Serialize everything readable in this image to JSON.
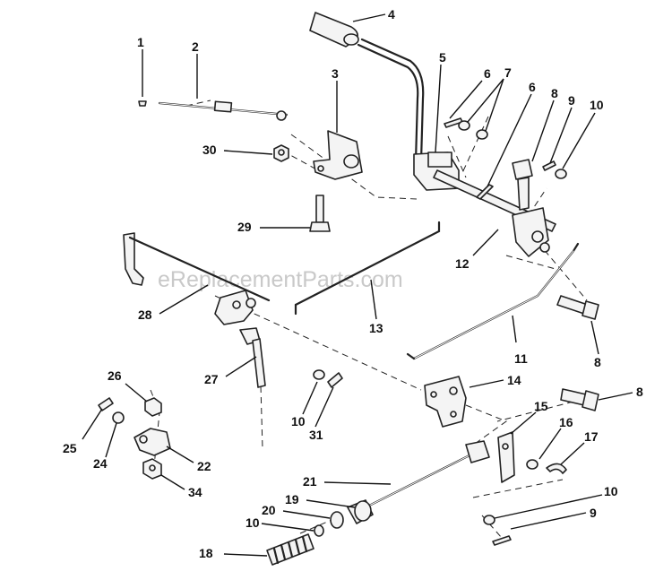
{
  "watermark": "eReplacementParts.com",
  "callouts": [
    {
      "id": "c1",
      "label": "1"
    },
    {
      "id": "c2",
      "label": "2"
    },
    {
      "id": "c3",
      "label": "3"
    },
    {
      "id": "c4",
      "label": "4"
    },
    {
      "id": "c5",
      "label": "5"
    },
    {
      "id": "c6a",
      "label": "6"
    },
    {
      "id": "c6b",
      "label": "6"
    },
    {
      "id": "c7",
      "label": "7"
    },
    {
      "id": "c8a",
      "label": "8"
    },
    {
      "id": "c8b",
      "label": "8"
    },
    {
      "id": "c8c",
      "label": "8"
    },
    {
      "id": "c9a",
      "label": "9"
    },
    {
      "id": "c9b",
      "label": "9"
    },
    {
      "id": "c10a",
      "label": "10"
    },
    {
      "id": "c10b",
      "label": "10"
    },
    {
      "id": "c10c",
      "label": "10"
    },
    {
      "id": "c10d",
      "label": "10"
    },
    {
      "id": "c11",
      "label": "11"
    },
    {
      "id": "c12",
      "label": "12"
    },
    {
      "id": "c13",
      "label": "13"
    },
    {
      "id": "c14",
      "label": "14"
    },
    {
      "id": "c15",
      "label": "15"
    },
    {
      "id": "c16",
      "label": "16"
    },
    {
      "id": "c17",
      "label": "17"
    },
    {
      "id": "c18",
      "label": "18"
    },
    {
      "id": "c19",
      "label": "19"
    },
    {
      "id": "c20",
      "label": "20"
    },
    {
      "id": "c21",
      "label": "21"
    },
    {
      "id": "c22",
      "label": "22"
    },
    {
      "id": "c24",
      "label": "24"
    },
    {
      "id": "c25",
      "label": "25"
    },
    {
      "id": "c26",
      "label": "26"
    },
    {
      "id": "c27",
      "label": "27"
    },
    {
      "id": "c28",
      "label": "28"
    },
    {
      "id": "c29",
      "label": "29"
    },
    {
      "id": "c30",
      "label": "30"
    },
    {
      "id": "c31",
      "label": "31"
    },
    {
      "id": "c34",
      "label": "34"
    }
  ]
}
